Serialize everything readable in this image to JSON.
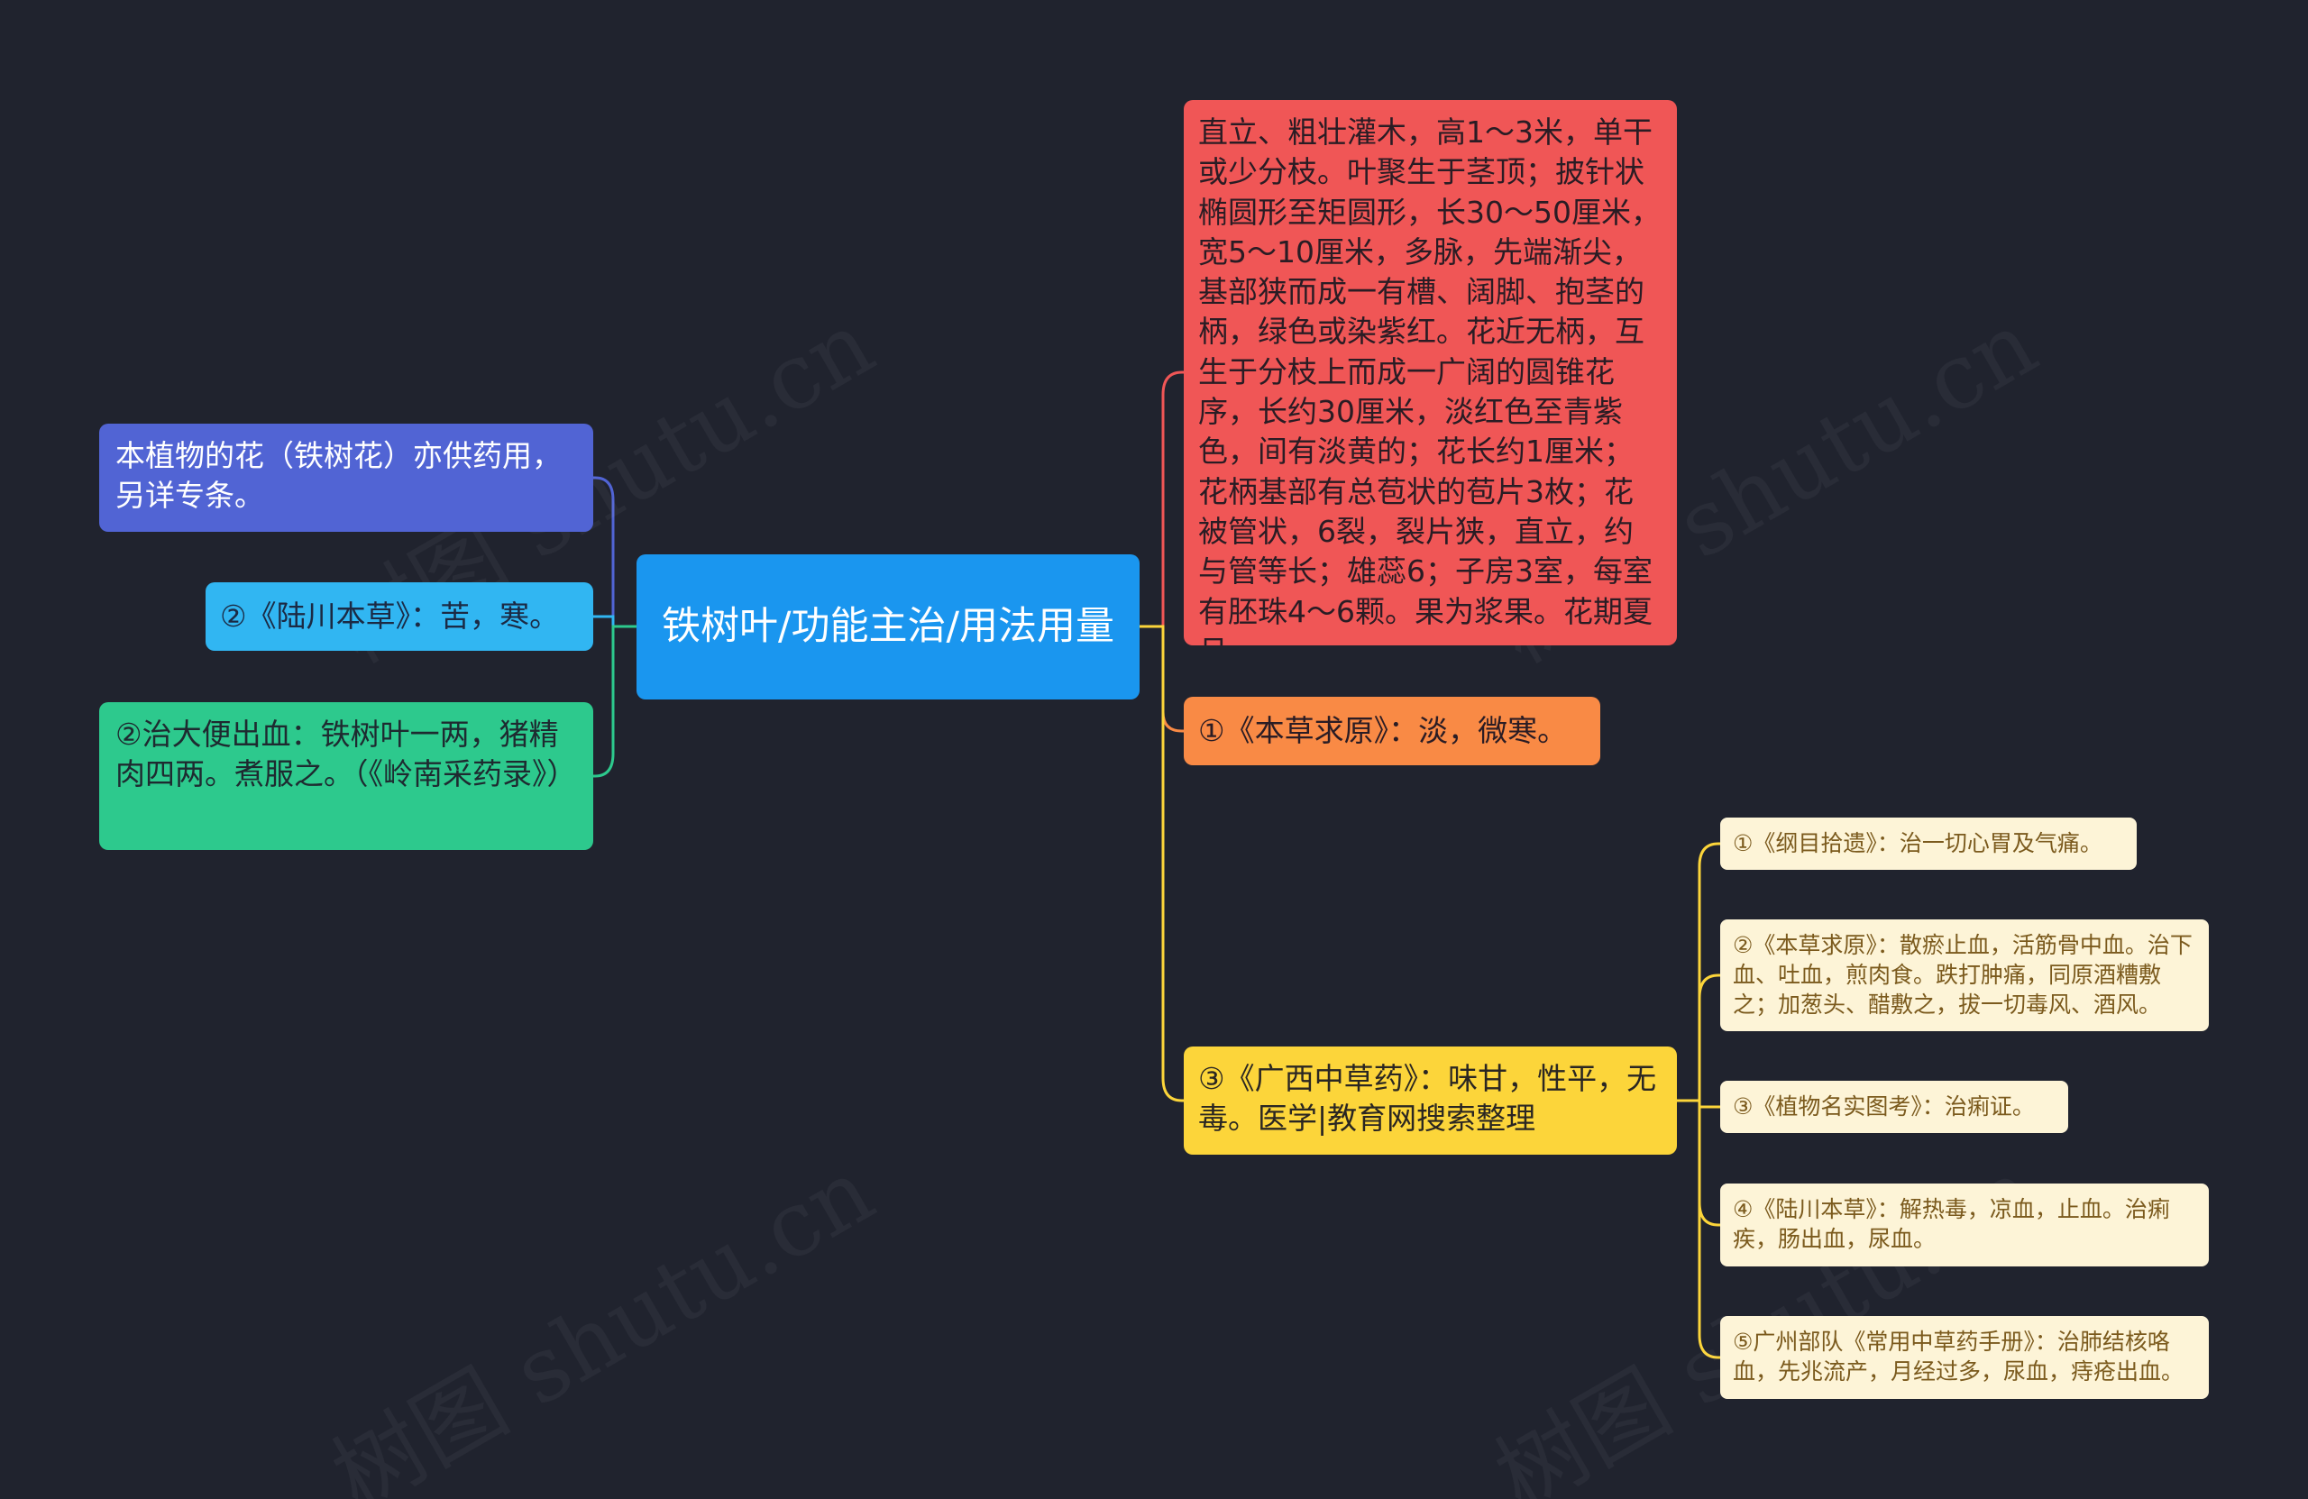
{
  "center": {
    "title": "铁树叶/功能主治/用法用量"
  },
  "left": [
    {
      "text": "本植物的花（铁树花）亦供药用，另详专条。"
    },
    {
      "text": "②《陆川本草》：苦，寒。"
    },
    {
      "text": "②治大便出血：铁树叶一两，猪精肉四两。煮服之。（《岭南采药录》）"
    }
  ],
  "right": [
    {
      "text": "直立、粗壮灌木，高1～3米，单干或少分枝。叶聚生于茎顶；披针状椭圆形至矩圆形，长30～50厘米，宽5～10厘米，多脉，先端渐尖，基部狭而成一有槽、阔脚、抱茎的柄，绿色或染紫红。花近无柄，互生于分枝上而成一广阔的圆锥花序，长约30厘米，淡红色至青紫色，间有淡黄的；花长约1厘米；花柄基部有总苞状的苞片3枚；花被管状，6裂，裂片狭，直立，约与管等长；雄蕊6；子房3室，每室有胚珠4～6颗。果为浆果。花期夏月。"
    },
    {
      "text": "①《本草求原》：淡，微寒。"
    },
    {
      "text": "③《广西中草药》：味甘，性平，无毒。医学|教育网搜索整理"
    }
  ],
  "sub": [
    {
      "text": "①《纲目拾遗》：治一切心胃及气痛。"
    },
    {
      "text": "②《本草求原》：散瘀止血，活筋骨中血。治下血、吐血，煎肉食。跌打肿痛，同原酒糟敷之；加葱头、醋敷之，拔一切毒风、酒风。"
    },
    {
      "text": "③《植物名实图考》：治痢证。"
    },
    {
      "text": "④《陆川本草》：解热毒，凉血，止血。治痢疾，肠出血，尿血。"
    },
    {
      "text": "⑤广州部队《常用中草药手册》：治肺结核咯血，先兆流产，月经过多，尿血，痔疮出血。"
    }
  ],
  "watermark": "树图 shutu.cn",
  "colors": {
    "background": "#20232e",
    "center": "#1a96ef",
    "left1": "#5164d4",
    "left2": "#31b6f2",
    "left3": "#2dc98d",
    "right1": "#f05656",
    "right2": "#f98a45",
    "right3": "#fcd53a",
    "sub": "#fdf4d7"
  }
}
